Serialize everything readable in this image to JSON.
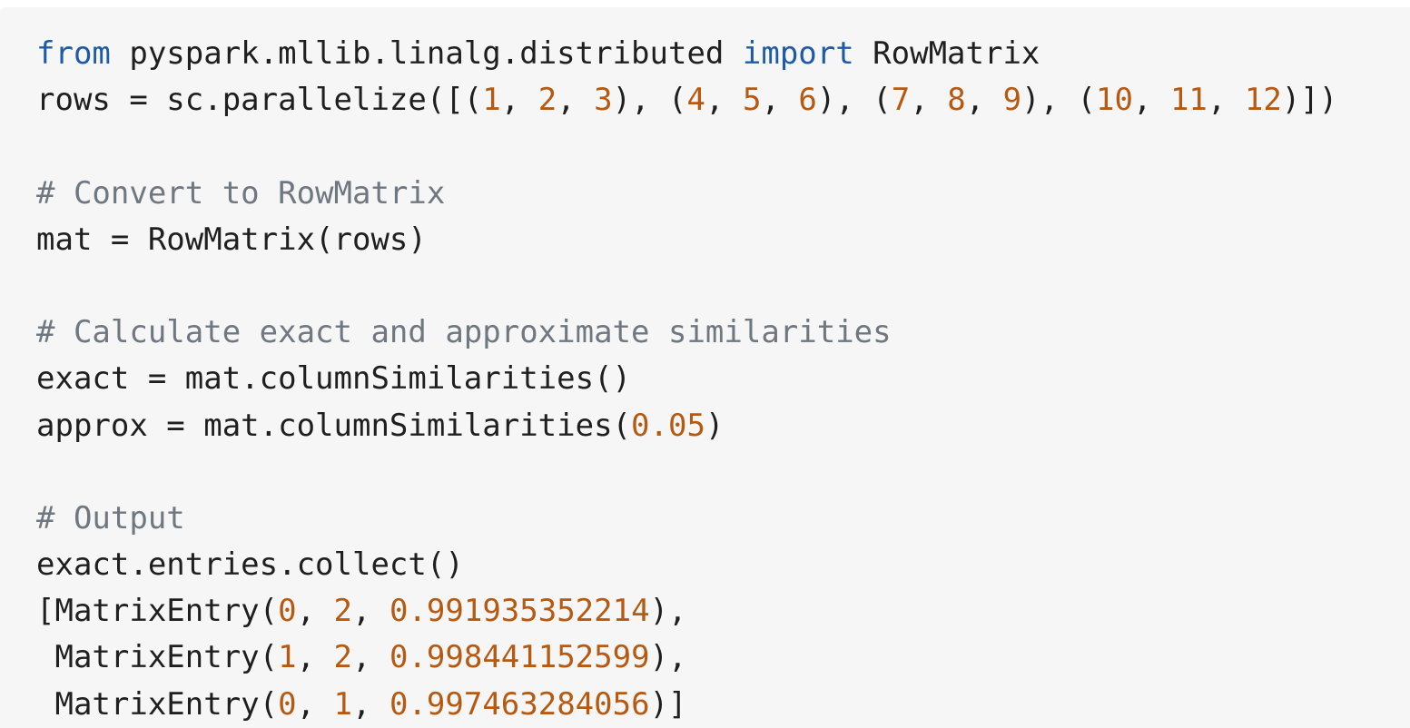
{
  "code_block": {
    "language": "python",
    "colors": {
      "background": "#f6f6f6",
      "text": "#1f1f1f",
      "keyword": "#1f5aa6",
      "number": "#b65a12",
      "comment": "#6f7781"
    },
    "lines": [
      [
        {
          "t": "kw",
          "v": "from"
        },
        {
          "t": "tx",
          "v": " pyspark.mllib.linalg.distributed "
        },
        {
          "t": "kw",
          "v": "import"
        },
        {
          "t": "tx",
          "v": " RowMatrix"
        }
      ],
      [
        {
          "t": "tx",
          "v": "rows = sc.parallelize([("
        },
        {
          "t": "num",
          "v": "1"
        },
        {
          "t": "tx",
          "v": ", "
        },
        {
          "t": "num",
          "v": "2"
        },
        {
          "t": "tx",
          "v": ", "
        },
        {
          "t": "num",
          "v": "3"
        },
        {
          "t": "tx",
          "v": "), ("
        },
        {
          "t": "num",
          "v": "4"
        },
        {
          "t": "tx",
          "v": ", "
        },
        {
          "t": "num",
          "v": "5"
        },
        {
          "t": "tx",
          "v": ", "
        },
        {
          "t": "num",
          "v": "6"
        },
        {
          "t": "tx",
          "v": "), ("
        },
        {
          "t": "num",
          "v": "7"
        },
        {
          "t": "tx",
          "v": ", "
        },
        {
          "t": "num",
          "v": "8"
        },
        {
          "t": "tx",
          "v": ", "
        },
        {
          "t": "num",
          "v": "9"
        },
        {
          "t": "tx",
          "v": "), ("
        },
        {
          "t": "num",
          "v": "10"
        },
        {
          "t": "tx",
          "v": ", "
        },
        {
          "t": "num",
          "v": "11"
        },
        {
          "t": "tx",
          "v": ", "
        },
        {
          "t": "num",
          "v": "12"
        },
        {
          "t": "tx",
          "v": ")])"
        }
      ],
      [],
      [
        {
          "t": "cm",
          "v": "# Convert to RowMatrix"
        }
      ],
      [
        {
          "t": "tx",
          "v": "mat = RowMatrix(rows)"
        }
      ],
      [],
      [
        {
          "t": "cm",
          "v": "# Calculate exact and approximate similarities"
        }
      ],
      [
        {
          "t": "tx",
          "v": "exact = mat.columnSimilarities()"
        }
      ],
      [
        {
          "t": "tx",
          "v": "approx = mat.columnSimilarities("
        },
        {
          "t": "num",
          "v": "0.05"
        },
        {
          "t": "tx",
          "v": ")"
        }
      ],
      [],
      [
        {
          "t": "cm",
          "v": "# Output"
        }
      ],
      [
        {
          "t": "tx",
          "v": "exact.entries.collect()"
        }
      ],
      [
        {
          "t": "tx",
          "v": "[MatrixEntry("
        },
        {
          "t": "num",
          "v": "0"
        },
        {
          "t": "tx",
          "v": ", "
        },
        {
          "t": "num",
          "v": "2"
        },
        {
          "t": "tx",
          "v": ", "
        },
        {
          "t": "num",
          "v": "0.991935352214"
        },
        {
          "t": "tx",
          "v": "),"
        }
      ],
      [
        {
          "t": "tx",
          "v": " MatrixEntry("
        },
        {
          "t": "num",
          "v": "1"
        },
        {
          "t": "tx",
          "v": ", "
        },
        {
          "t": "num",
          "v": "2"
        },
        {
          "t": "tx",
          "v": ", "
        },
        {
          "t": "num",
          "v": "0.998441152599"
        },
        {
          "t": "tx",
          "v": "),"
        }
      ],
      [
        {
          "t": "tx",
          "v": " MatrixEntry("
        },
        {
          "t": "num",
          "v": "0"
        },
        {
          "t": "tx",
          "v": ", "
        },
        {
          "t": "num",
          "v": "1"
        },
        {
          "t": "tx",
          "v": ", "
        },
        {
          "t": "num",
          "v": "0.997463284056"
        },
        {
          "t": "tx",
          "v": ")]"
        }
      ]
    ]
  }
}
